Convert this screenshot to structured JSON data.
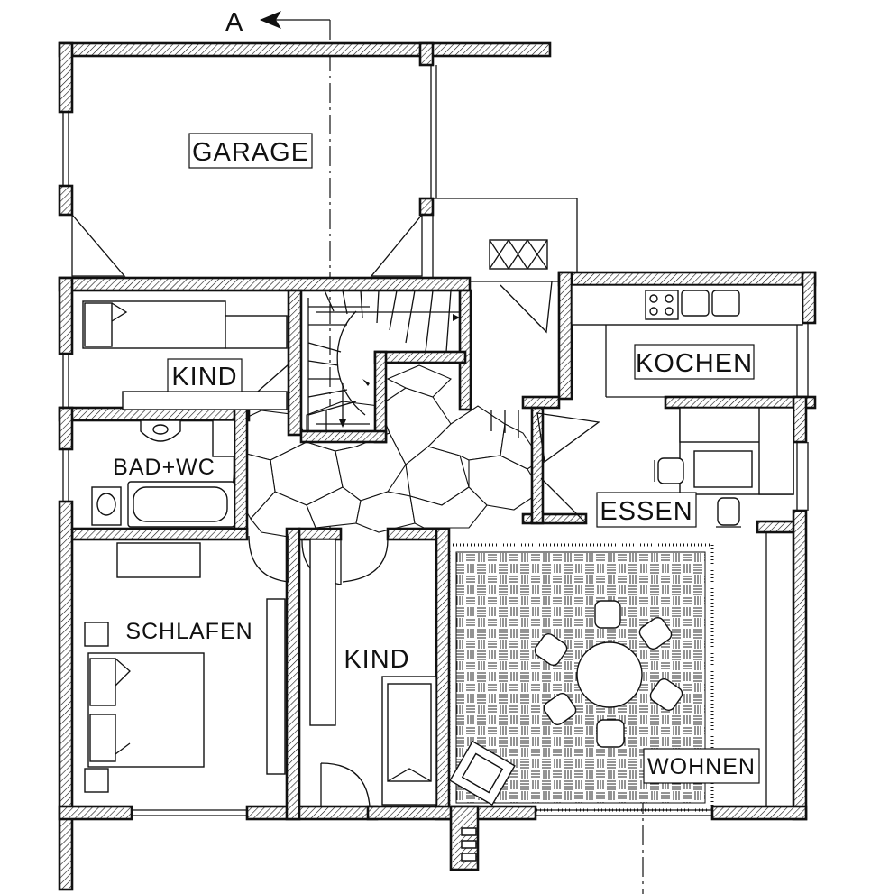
{
  "section_marker": {
    "letter": "A"
  },
  "rooms": {
    "garage": "GARAGE",
    "kind_upper": "KIND",
    "kochen": "KOCHEN",
    "bad_wc": "BAD+WC",
    "essen": "ESSEN",
    "schlafen": "SCHLAFEN",
    "kind_lower": "KIND",
    "wohnen": "WOHNEN"
  }
}
